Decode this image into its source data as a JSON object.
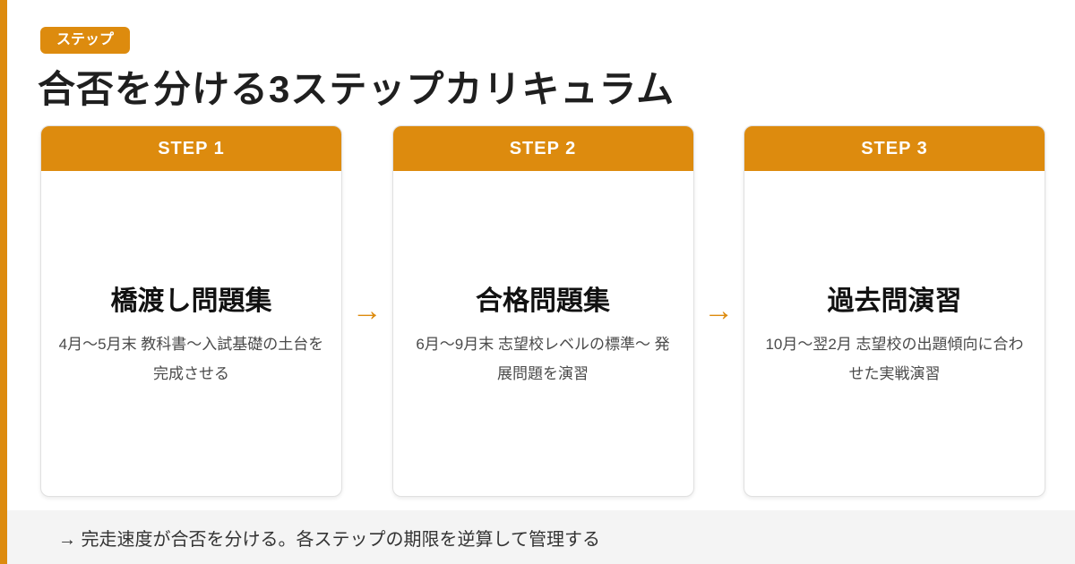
{
  "colors": {
    "accent": "#DD8B0E",
    "footer_bg": "#F4F4F4",
    "card_border": "#E0E0E0",
    "title_text": "#1F1F1F",
    "desc_text": "#4A4A4A",
    "footer_text": "#333333"
  },
  "header": {
    "badge": "ステップ",
    "title": "合否を分ける3ステップカリキュラム"
  },
  "arrow_glyph": "→",
  "steps": [
    {
      "label": "STEP 1",
      "title": "橋渡し問題集",
      "description": "4月〜5月末 教科書〜入試基礎の土台を完成させる"
    },
    {
      "label": "STEP 2",
      "title": "合格問題集",
      "description": "6月〜9月末 志望校レベルの標準〜 発展問題を演習"
    },
    {
      "label": "STEP 3",
      "title": "過去問演習",
      "description": "10月〜翌2月 志望校の出題傾向に合わせた実戦演習"
    }
  ],
  "footer": {
    "note": "→ 完走速度が合否を分ける。各ステップの期限を逆算して管理する"
  }
}
